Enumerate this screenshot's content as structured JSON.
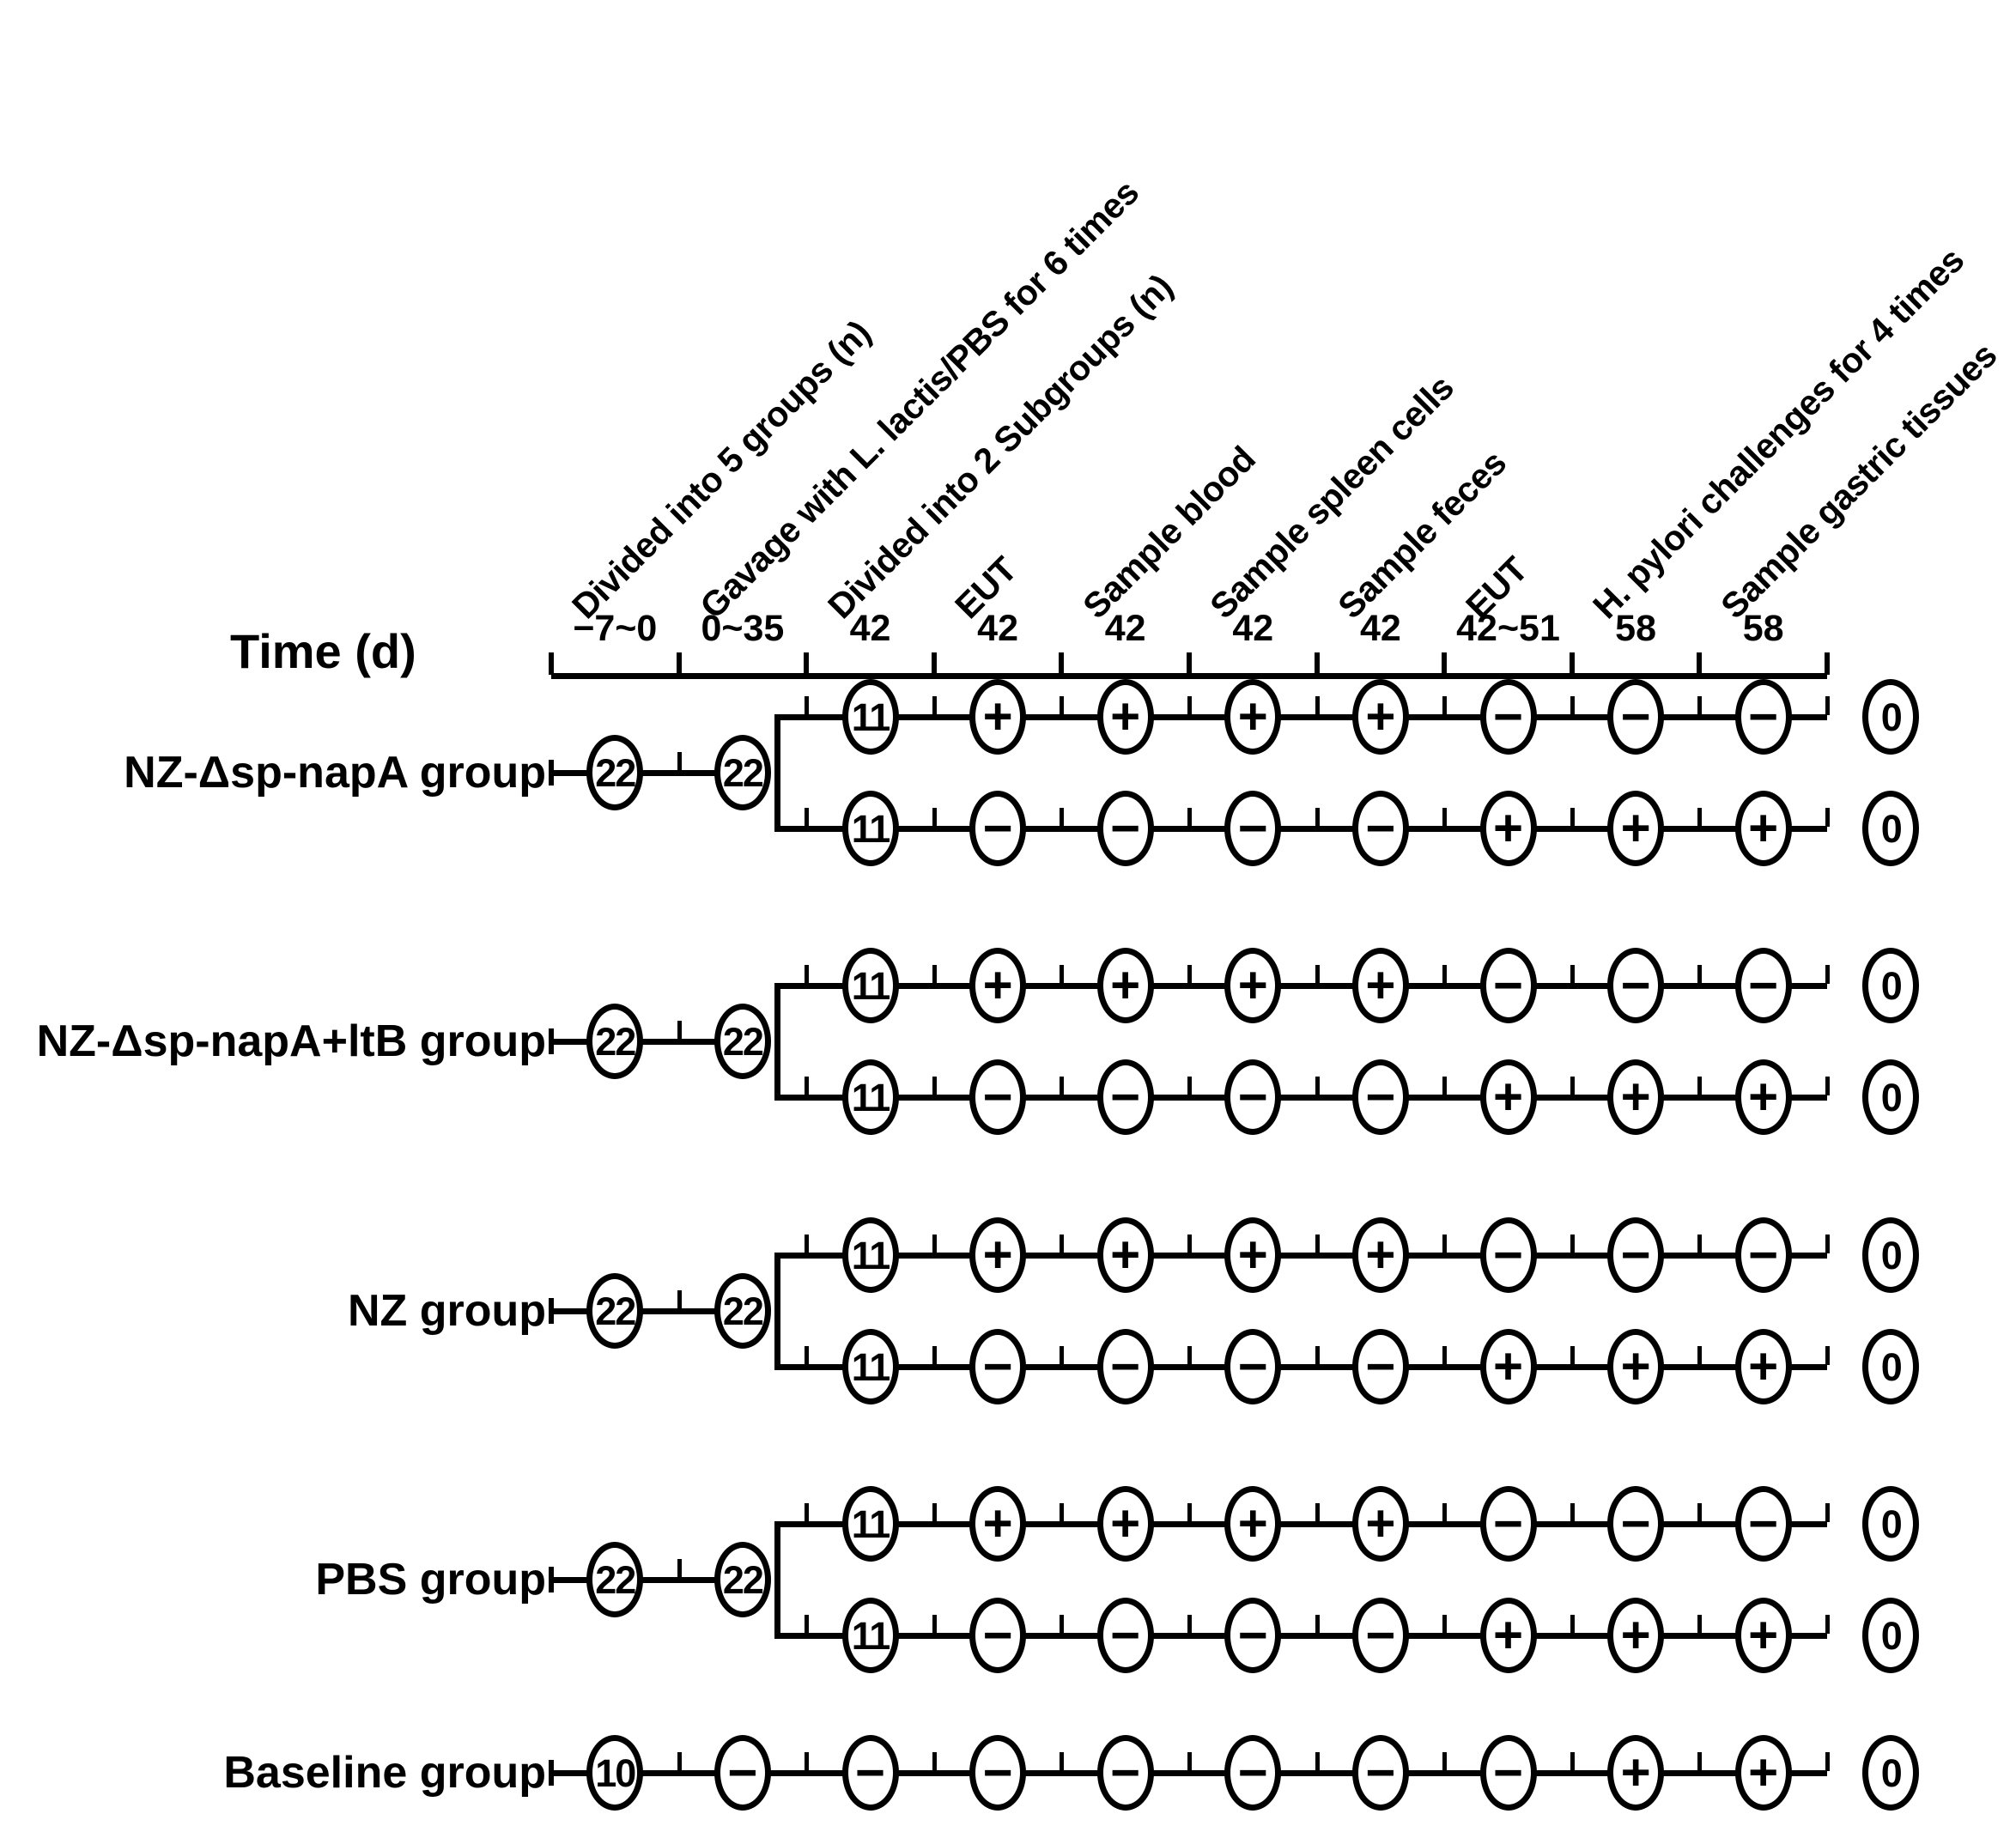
{
  "axis": {
    "label": "Time (d)",
    "tick_labels": [
      "−7~0",
      "0~35",
      "42",
      "42",
      "42",
      "42",
      "42",
      "42~51",
      "58",
      "58"
    ]
  },
  "column_headers": [
    "Divided into 5 groups (n)",
    "Gavage with L. lactis/PBS for 6 times",
    "Divided into 2 Subgroups (n)",
    "EUT",
    "Sample blood",
    "Sample spleen cells",
    "Sample feces",
    "EUT",
    "H. pylori challenges for 4 times",
    "Sample gastric tissues"
  ],
  "legend_symbols": {
    "plus": "+",
    "minus": "−",
    "zero": "0"
  },
  "groups": [
    {
      "label": "NZ-Δsp-napA group",
      "start_n": "22",
      "split_n": "22",
      "branches": [
        {
          "nodes": [
            "11",
            "+",
            "+",
            "+",
            "+",
            "−",
            "−",
            "−",
            "0"
          ]
        },
        {
          "nodes": [
            "11",
            "−",
            "−",
            "−",
            "−",
            "+",
            "+",
            "+",
            "0"
          ]
        }
      ]
    },
    {
      "label": "NZ-Δsp-napA+ltB group",
      "start_n": "22",
      "split_n": "22",
      "branches": [
        {
          "nodes": [
            "11",
            "+",
            "+",
            "+",
            "+",
            "−",
            "−",
            "−",
            "0"
          ]
        },
        {
          "nodes": [
            "11",
            "−",
            "−",
            "−",
            "−",
            "+",
            "+",
            "+",
            "0"
          ]
        }
      ]
    },
    {
      "label": "NZ group",
      "start_n": "22",
      "split_n": "22",
      "branches": [
        {
          "nodes": [
            "11",
            "+",
            "+",
            "+",
            "+",
            "−",
            "−",
            "−",
            "0"
          ]
        },
        {
          "nodes": [
            "11",
            "−",
            "−",
            "−",
            "−",
            "+",
            "+",
            "+",
            "0"
          ]
        }
      ]
    },
    {
      "label": "PBS group",
      "start_n": "22",
      "split_n": "22",
      "branches": [
        {
          "nodes": [
            "11",
            "+",
            "+",
            "+",
            "+",
            "−",
            "−",
            "−",
            "0"
          ]
        },
        {
          "nodes": [
            "11",
            "−",
            "−",
            "−",
            "−",
            "+",
            "+",
            "+",
            "0"
          ]
        }
      ]
    },
    {
      "label": "Baseline group",
      "start_n": "10",
      "split_n": null,
      "branches": [
        {
          "nodes": [
            "−",
            "−",
            "−",
            "−",
            "−",
            "−",
            "−",
            "+",
            "+",
            "0"
          ]
        }
      ]
    }
  ]
}
